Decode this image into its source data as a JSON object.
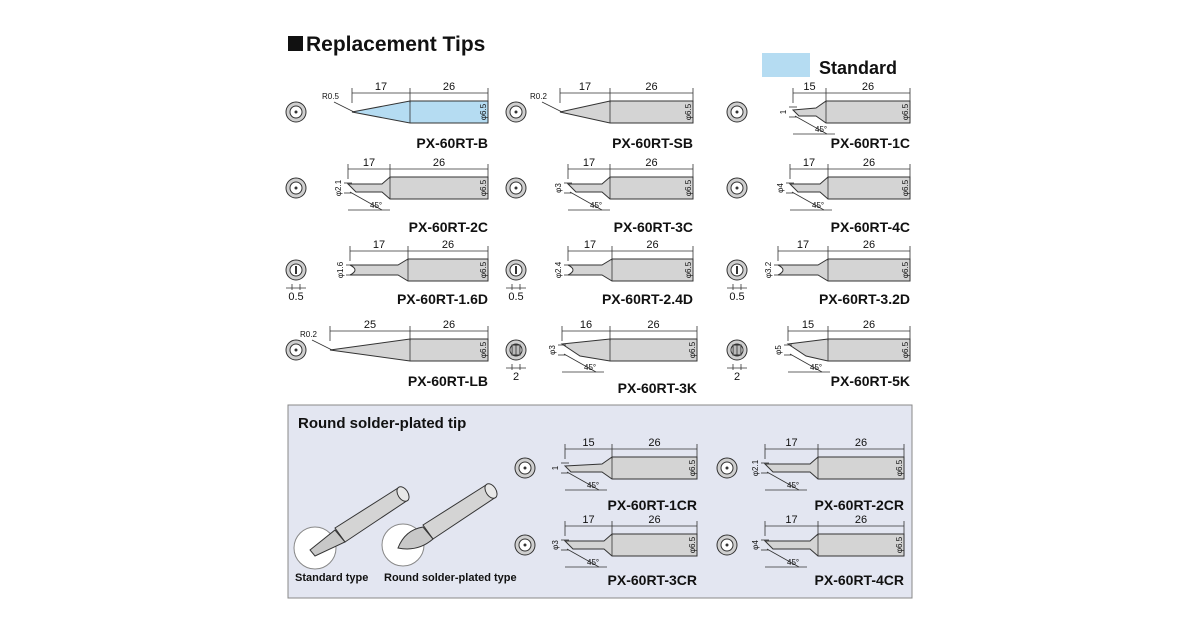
{
  "title": "Replacement Tips",
  "legend": {
    "label": "Standard",
    "color": "#b5dcf2"
  },
  "tips": [
    {
      "id": "b",
      "label": "PX-60RT-B",
      "d1": "17",
      "d2": "26",
      "dia": "φ6.5",
      "note": "R0.5"
    },
    {
      "id": "sb",
      "label": "PX-60RT-SB",
      "d1": "17",
      "d2": "26",
      "dia": "φ6.5",
      "note": "R0.2"
    },
    {
      "id": "1c",
      "label": "PX-60RT-1C",
      "d1": "15",
      "d2": "26",
      "dia": "φ6.5",
      "note": "1",
      "angle": "45°"
    },
    {
      "id": "2c",
      "label": "PX-60RT-2C",
      "d1": "17",
      "d2": "26",
      "dia": "φ6.5",
      "note": "φ2.1",
      "angle": "45°"
    },
    {
      "id": "3c",
      "label": "PX-60RT-3C",
      "d1": "17",
      "d2": "26",
      "dia": "φ6.5",
      "note": "φ3",
      "angle": "45°"
    },
    {
      "id": "4c",
      "label": "PX-60RT-4C",
      "d1": "17",
      "d2": "26",
      "dia": "φ6.5",
      "note": "φ4",
      "angle": "45°"
    },
    {
      "id": "16d",
      "label": "PX-60RT-1.6D",
      "d1": "17",
      "d2": "26",
      "dia": "φ6.5",
      "note": "φ1.6",
      "width": "0.5"
    },
    {
      "id": "24d",
      "label": "PX-60RT-2.4D",
      "d1": "17",
      "d2": "26",
      "dia": "φ6.5",
      "note": "φ2.4",
      "width": "0.5"
    },
    {
      "id": "32d",
      "label": "PX-60RT-3.2D",
      "d1": "17",
      "d2": "26",
      "dia": "φ6.5",
      "note": "φ3.2",
      "width": "0.5"
    },
    {
      "id": "lb",
      "label": "PX-60RT-LB",
      "d1": "25",
      "d2": "26",
      "dia": "φ6.5",
      "note": "R0.2"
    },
    {
      "id": "3k",
      "label": "PX-60RT-3K",
      "d1": "16",
      "d2": "26",
      "dia": "φ6.5",
      "note": "φ3",
      "angle": "45°",
      "width": "2"
    },
    {
      "id": "5k",
      "label": "PX-60RT-5K",
      "d1": "15",
      "d2": "26",
      "dia": "φ6.5",
      "note": "φ5",
      "angle": "45°",
      "width": "2"
    }
  ],
  "round_panel": {
    "title": "Round solder-plated tip",
    "caption_standard": "Standard type",
    "caption_round": "Round solder-plated type",
    "tips": [
      {
        "id": "1cr",
        "label": "PX-60RT-1CR",
        "d1": "15",
        "d2": "26",
        "dia": "φ6.5",
        "note": "1",
        "angle": "45°"
      },
      {
        "id": "2cr",
        "label": "PX-60RT-2CR",
        "d1": "17",
        "d2": "26",
        "dia": "φ6.5",
        "note": "φ2.1",
        "angle": "45°"
      },
      {
        "id": "3cr",
        "label": "PX-60RT-3CR",
        "d1": "17",
        "d2": "26",
        "dia": "φ6.5",
        "note": "φ3",
        "angle": "45°"
      },
      {
        "id": "4cr",
        "label": "PX-60RT-4CR",
        "d1": "17",
        "d2": "26",
        "dia": "φ6.5",
        "note": "φ4",
        "angle": "45°"
      }
    ]
  }
}
